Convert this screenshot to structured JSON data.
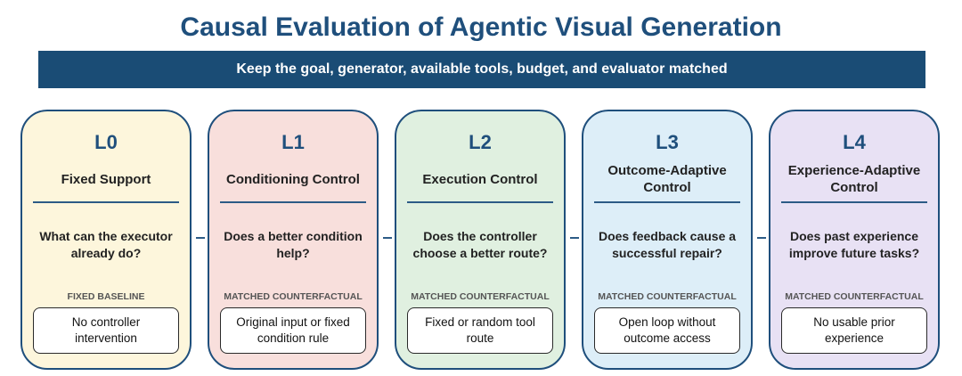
{
  "title": "Causal Evaluation of Agentic Visual Generation",
  "banner": "Keep the goal, generator, available tools, budget, and evaluator matched",
  "colors": {
    "title": "#1f4f7c",
    "banner_bg": "#1a4c75",
    "card_border": "#1f4f7c",
    "l0_fill": "#fdf6dc",
    "l1_fill": "#f8dfdc",
    "l2_fill": "#e0f0e0",
    "l3_fill": "#ddeef8",
    "l4_fill": "#e8e1f4"
  },
  "levels": [
    {
      "id": "L0",
      "name": "Fixed Support",
      "question": "What can the executor already do?",
      "tag": "FIXED BASELINE",
      "baseline": "No controller intervention"
    },
    {
      "id": "L1",
      "name": "Conditioning Control",
      "question": "Does a better condition help?",
      "tag": "MATCHED COUNTERFACTUAL",
      "baseline": "Original input or fixed condition rule"
    },
    {
      "id": "L2",
      "name": "Execution Control",
      "question": "Does the controller choose a better route?",
      "tag": "MATCHED COUNTERFACTUAL",
      "baseline": "Fixed or random tool route"
    },
    {
      "id": "L3",
      "name": "Outcome-Adaptive Control",
      "question": "Does feedback cause a successful repair?",
      "tag": "MATCHED COUNTERFACTUAL",
      "baseline": "Open loop without outcome access"
    },
    {
      "id": "L4",
      "name": "Experience-Adaptive Control",
      "question": "Does past experience improve future tasks?",
      "tag": "MATCHED COUNTERFACTUAL",
      "baseline": "No usable prior experience"
    }
  ]
}
